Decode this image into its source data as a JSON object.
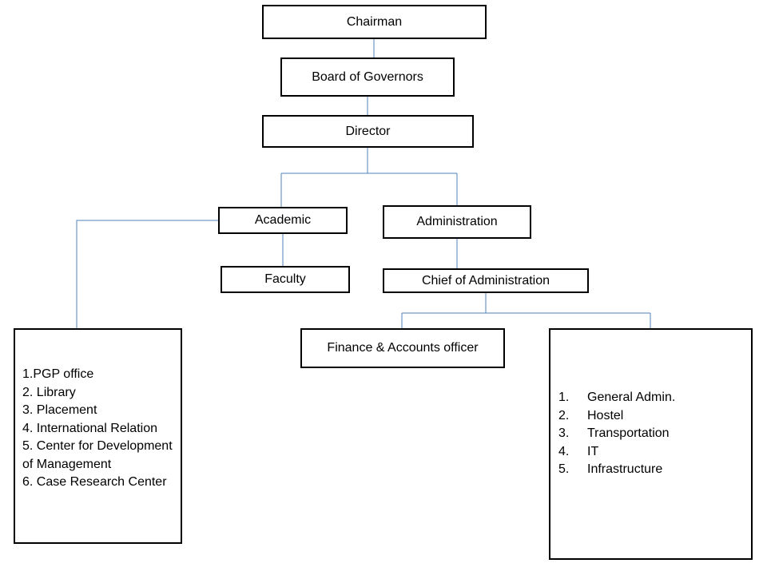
{
  "nodes": {
    "chairman": "Chairman",
    "board_of_governors": "Board of Governors",
    "director": "Director",
    "academic": "Academic",
    "administration": "Administration",
    "faculty": "Faculty",
    "chief_of_administration": "Chief of Administration",
    "finance_accounts_officer": "Finance & Accounts officer"
  },
  "academic_units": [
    "1.PGP office",
    "2. Library",
    "3. Placement",
    "4. International Relation",
    "5. Center for Development of Management",
    "6. Case Research Center"
  ],
  "administration_units": [
    {
      "number": "1.",
      "label": "General Admin."
    },
    {
      "number": "2.",
      "label": "Hostel"
    },
    {
      "number": "3.",
      "label": "Transportation"
    },
    {
      "number": "4.",
      "label": "IT"
    },
    {
      "number": "5.",
      "label": "Infrastructure"
    }
  ],
  "colors": {
    "connector": "#4f81bd",
    "border": "#000000",
    "text": "#000000",
    "background": "#ffffff"
  }
}
